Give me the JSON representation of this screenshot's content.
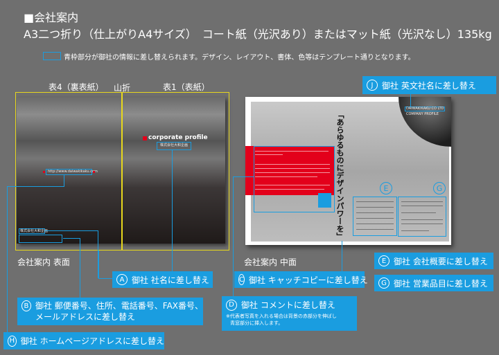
{
  "header": {
    "title": "■会社案内",
    "spec": "A3二つ折り（仕上がりA4サイズ）　コート紙（光沢あり）またはマット紙（光沢なし）135kg",
    "legend": "青枠部分が御社の情報に差し替えられます。デザイン、レイアウト、書体、色等はテンプレート通りとなります。"
  },
  "outer": {
    "back_label": "表4（裏表紙）",
    "fold_label": "山折",
    "front_label": "表1（表紙）",
    "caption": "会社案内 表面",
    "url": "http://www.daiwakikaku.com",
    "company": "株式会社大和企画",
    "corporate": "corporate profile",
    "back_company": "株式会社大和企画"
  },
  "inner": {
    "caption": "会社案内 中面",
    "catch": "「あらゆるものにデザインパワーを」",
    "en_name": "DAIWAKIKAKU CO LTD",
    "en_sub": "COMPANY PROFILE",
    "e": "E",
    "g": "G"
  },
  "callouts": {
    "j": {
      "letter": "J",
      "text": "御社 英文社名に差し替え"
    },
    "e": {
      "letter": "E",
      "text": "御社 会社概要に差し替え"
    },
    "g": {
      "letter": "G",
      "text": "御社 営業品目に差し替え"
    },
    "a": {
      "letter": "A",
      "text": "御社 社名に差し替え"
    },
    "c": {
      "letter": "C",
      "text": "御社 キャッチコピーに差し替え"
    },
    "b": {
      "letter": "B",
      "text": "御社 郵便番号、住所、電話番号、FAX番号、",
      "text2": "メールアドレスに差し替え"
    },
    "d": {
      "letter": "D",
      "text": "御社 コメントに差し替え",
      "note": "※代表者写真を入れる場合は背景の赤部分を伸ばし",
      "note2": "青窓部分に挿入します。"
    },
    "h": {
      "letter": "H",
      "text": "御社 ホームページアドレスに差し替え"
    }
  },
  "colors": {
    "accent": "#1a9de0",
    "frame": "#e8d81c",
    "red": "#e3001b",
    "bg": "#6f6f6f"
  }
}
